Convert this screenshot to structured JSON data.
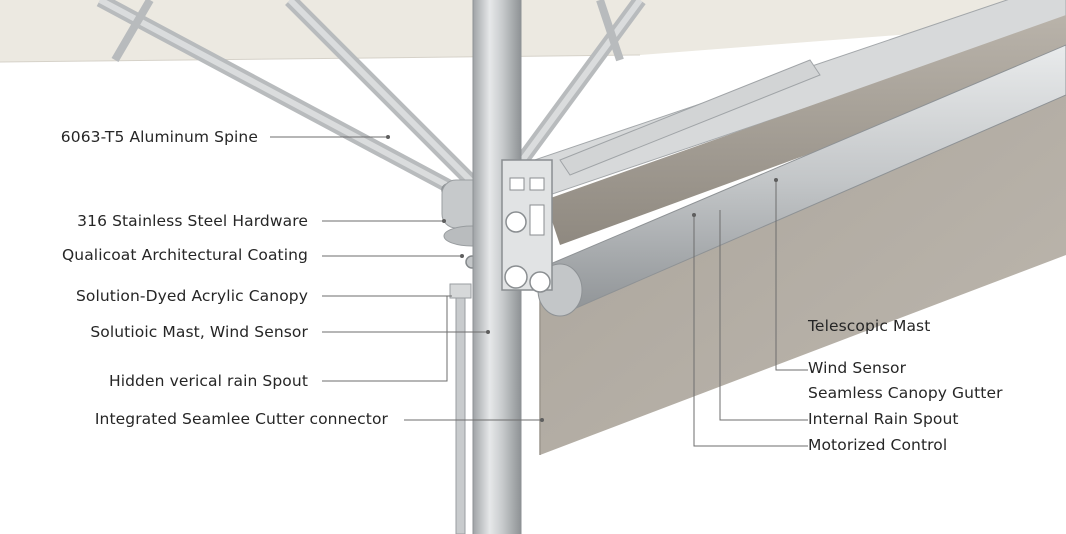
{
  "diagram": {
    "left_labels": [
      "6063-T5 Aluminum Spine",
      "316 Stainless Steel Hardware",
      "Qualicoat Architectural Coating",
      "Solution-Dyed Acrylic Canopy",
      "Solutioic Mast, Wind Sensor",
      "Hidden verical rain Spout",
      "Integrated Seamlee Cutter connector"
    ],
    "right_labels": [
      "Telescopic Mast",
      "Wind Sensor",
      "Seamless Canopy Gutter",
      "Internal Rain Spout",
      "Motorized Control"
    ],
    "colors": {
      "canopy": "#ece9e1",
      "aluminum": "#c9ccce",
      "fabric": "#b7b1a8",
      "text": "#262626",
      "leader": "#6e6e6e"
    }
  }
}
